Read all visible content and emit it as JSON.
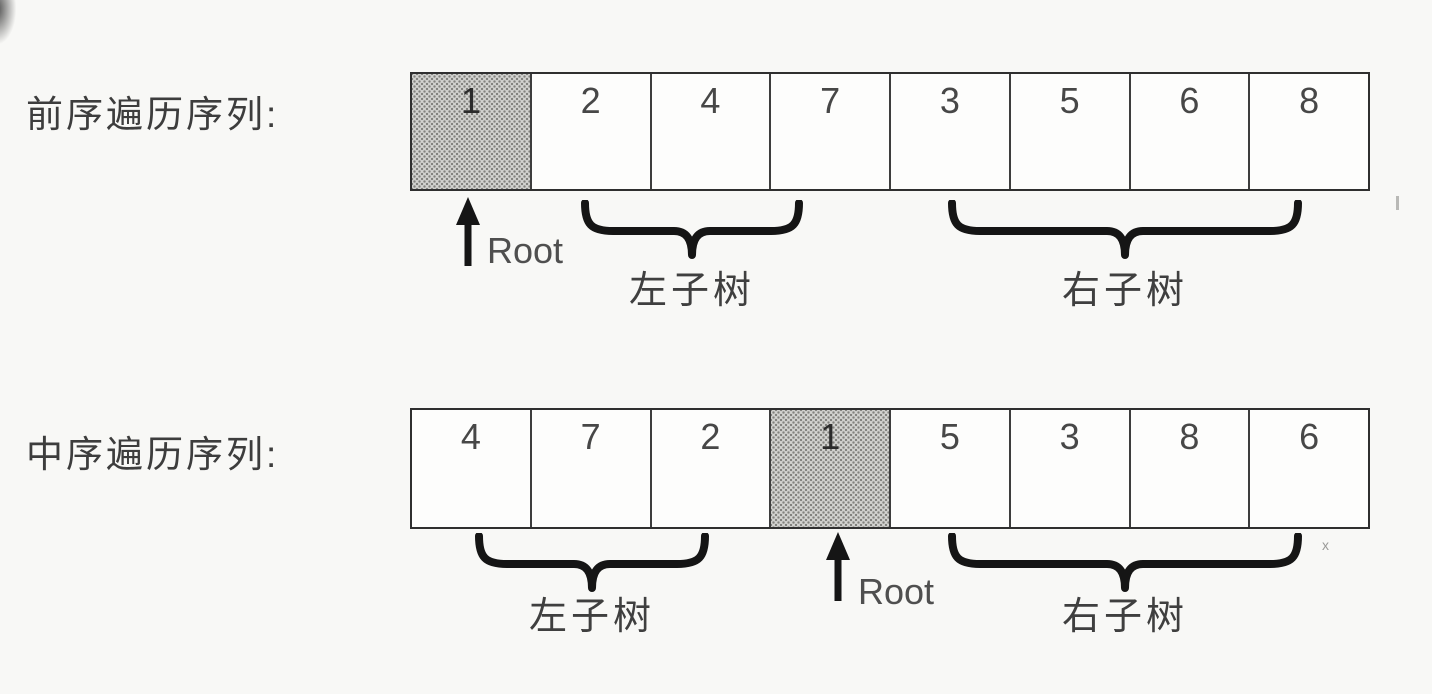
{
  "diagram": {
    "title_meaning": "binary tree traversal sequences",
    "rows": [
      {
        "label": "前序遍历序列:",
        "cells": [
          "1",
          "2",
          "4",
          "7",
          "3",
          "5",
          "6",
          "8"
        ],
        "root_index": 0,
        "root_label": "Root",
        "left_brace_label": "左子树",
        "right_brace_label": "右子树"
      },
      {
        "label": "中序遍历序列:",
        "cells": [
          "4",
          "7",
          "2",
          "1",
          "5",
          "3",
          "8",
          "6"
        ],
        "root_index": 3,
        "root_label": "Root",
        "left_brace_label": "左子树",
        "right_brace_label": "右子树"
      }
    ],
    "colors": {
      "background": "#f8f8f6",
      "cell_border": "#2f2f2f",
      "root_cell_fill": "#d2d2cf",
      "root_cell_dots": "#82827e",
      "ink": "#151515",
      "text": "#3d3d3d"
    },
    "artifacts": {
      "speck": "x"
    }
  }
}
